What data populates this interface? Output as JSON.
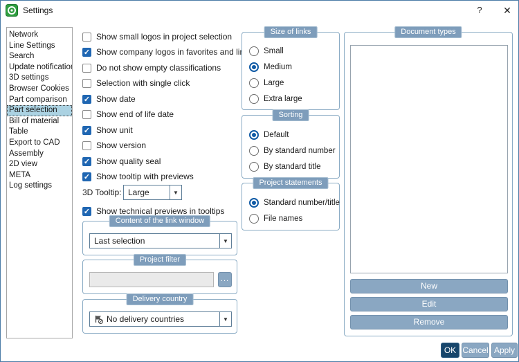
{
  "window": {
    "title": "Settings",
    "help": "?",
    "close": "✕"
  },
  "sidebar": {
    "items": [
      {
        "label": "Network",
        "selected": false
      },
      {
        "label": "Line Settings",
        "selected": false
      },
      {
        "label": "Search",
        "selected": false
      },
      {
        "label": "Update notification",
        "selected": false
      },
      {
        "label": "3D settings",
        "selected": false
      },
      {
        "label": "Browser Cookies",
        "selected": false
      },
      {
        "label": "Part comparison",
        "selected": false
      },
      {
        "label": "Part selection",
        "selected": true
      },
      {
        "label": "Bill of material",
        "selected": false
      },
      {
        "label": "Table",
        "selected": false
      },
      {
        "label": "Export to CAD",
        "selected": false
      },
      {
        "label": "Assembly",
        "selected": false
      },
      {
        "label": "2D view",
        "selected": false
      },
      {
        "label": "META",
        "selected": false
      },
      {
        "label": "Log settings",
        "selected": false
      }
    ]
  },
  "options": {
    "checkboxes": [
      {
        "label": "Show small logos in project selection",
        "checked": false
      },
      {
        "label": "Show company logos in favorites and links",
        "checked": true
      },
      {
        "label": "Do not show empty classifications",
        "checked": false
      },
      {
        "label": "Selection with single click",
        "checked": false
      },
      {
        "label": "Show date",
        "checked": true
      },
      {
        "label": "Show end of life date",
        "checked": false
      },
      {
        "label": "Show unit",
        "checked": true
      },
      {
        "label": "Show version",
        "checked": false
      },
      {
        "label": "Show quality seal",
        "checked": true
      },
      {
        "label": "Show tooltip with previews",
        "checked": true
      },
      {
        "label": "Show technical previews in tooltips",
        "checked": true
      }
    ],
    "tooltip3d": {
      "label": "3D Tooltip:",
      "value": "Large"
    }
  },
  "groups": {
    "link_window": {
      "title": "Content of the link window",
      "value": "Last selection"
    },
    "project_filter": {
      "title": "Project filter",
      "value": "",
      "browse": "..."
    },
    "delivery_country": {
      "title": "Delivery country",
      "value": "No delivery countries"
    },
    "size_of_links": {
      "title": "Size of links",
      "options": [
        {
          "label": "Small",
          "selected": false
        },
        {
          "label": "Medium",
          "selected": true
        },
        {
          "label": "Large",
          "selected": false
        },
        {
          "label": "Extra large",
          "selected": false
        }
      ]
    },
    "sorting": {
      "title": "Sorting",
      "options": [
        {
          "label": "Default",
          "selected": true
        },
        {
          "label": "By standard number",
          "selected": false
        },
        {
          "label": "By standard title",
          "selected": false
        }
      ]
    },
    "project_statements": {
      "title": "Project statements",
      "options": [
        {
          "label": "Standard number/title",
          "selected": true
        },
        {
          "label": "File names",
          "selected": false
        }
      ]
    },
    "document_types": {
      "title": "Document types",
      "buttons": [
        {
          "label": "New"
        },
        {
          "label": "Edit"
        },
        {
          "label": "Remove"
        }
      ]
    }
  },
  "footer": {
    "ok": "OK",
    "cancel": "Cancel",
    "apply": "Apply"
  },
  "colors": {
    "accent_blue": "#1f66b2",
    "radio_blue": "#0f5aa5",
    "panel_header": "#7e9dbb",
    "button_blue": "#8aa7c2",
    "ok_button": "#17466b",
    "selection_bg": "#abd2e2",
    "group_border": "#8aabc4",
    "logo_green": "#2f9e3f"
  }
}
